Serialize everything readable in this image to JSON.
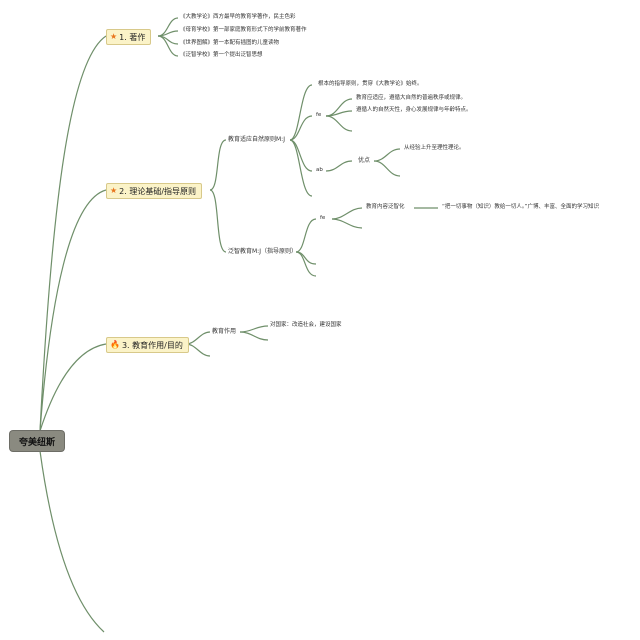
{
  "root": {
    "label": "夸美纽斯"
  },
  "branches": {
    "works": {
      "label": "1. 著作",
      "icon": "star-icon",
      "items": [
        "《大教学论》西方最早的教育学著作，民主色彩",
        "《母育学校》第一部家庭教育形式下的学前教育著作",
        "《世界图解》第一本配有插图的儿童读物",
        "《泛智学校》第一个提出泛智思想"
      ]
    },
    "theory": {
      "label": "2. 理论基础/指导原则",
      "icon": "star-icon",
      "nature": {
        "label": "教育适应自然原则M:J",
        "note": "根本的指导原则，贯穿《大教学论》始终。",
        "fe": "fe",
        "fe_items": [
          "教育应适应，遵循大自然的普遍秩序或规律。",
          "遵循人的自然天性，身心发展规律与年龄特点。"
        ],
        "ab": "ab",
        "advantage": "优点",
        "advantage_note": "从经验上升至理性理论。"
      },
      "pansophia": {
        "label": "泛智教育M:J（指导原则）",
        "fe": "fe",
        "content_label": "教育内容泛智化",
        "content_note": "“把一切事物（知识）教给一切人。”广博、丰富、全面的学习知识"
      }
    },
    "purpose": {
      "label": "3. 教育作用/目的",
      "icon": "fire-icon",
      "role": "教育作用",
      "role_note": "对国家：改造社会，建设国家"
    }
  },
  "colors": {
    "link": "#6f8f6a",
    "branch_bg": "#fbf3c8",
    "root_bg": "#8a8a80"
  }
}
